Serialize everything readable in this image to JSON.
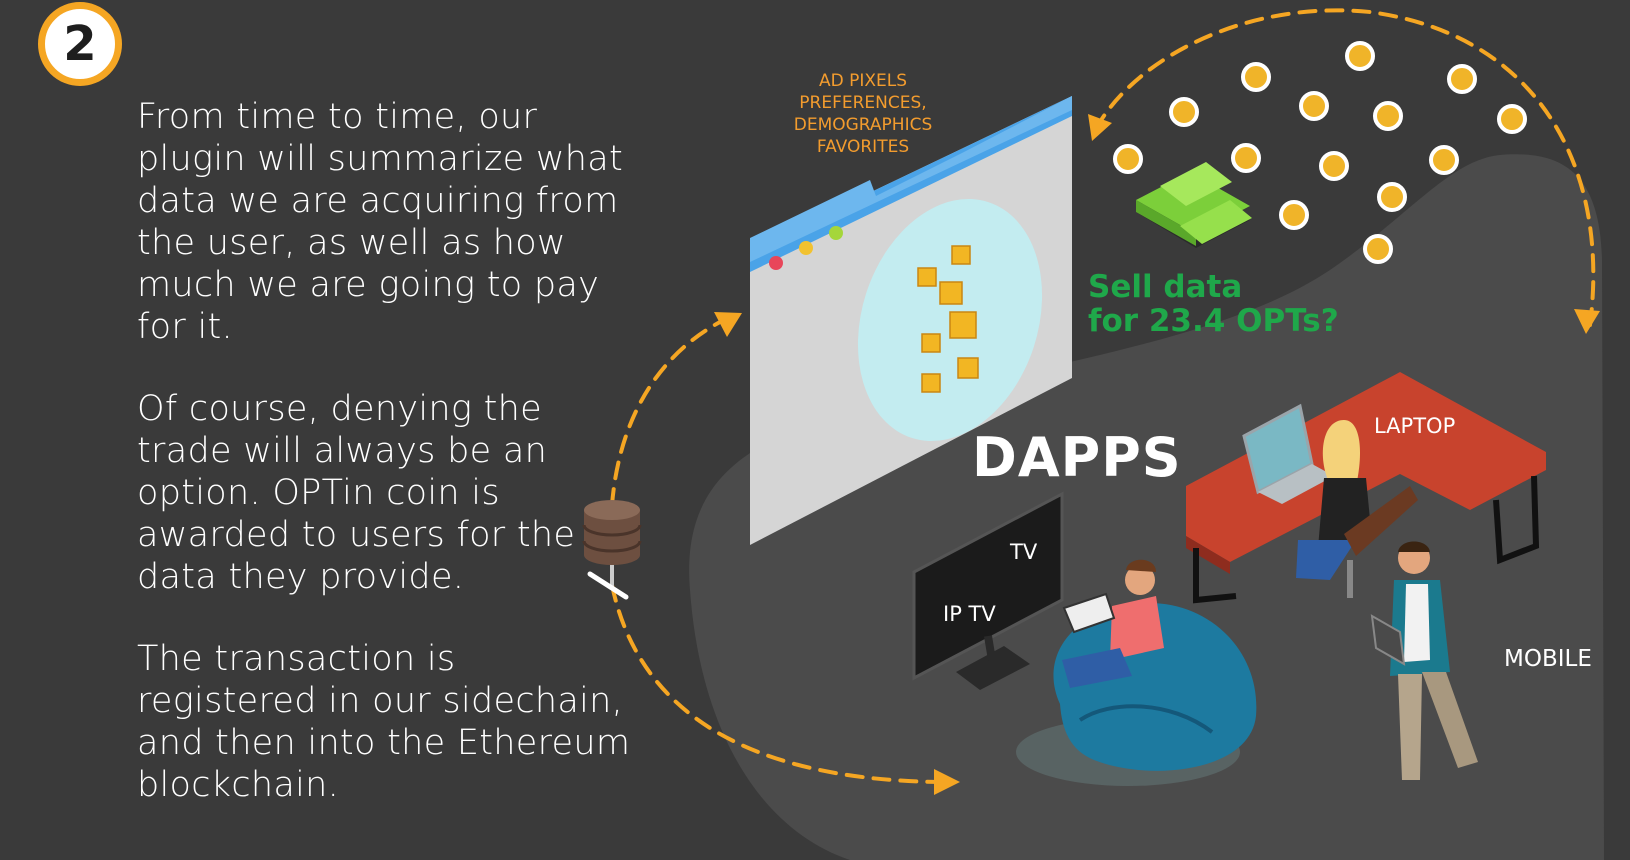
{
  "step": {
    "number": "2"
  },
  "paragraphs": {
    "summary": "From time to time, our plugin will summarize what data we are acquiring from the user, as well as how much we are going to pay for it.",
    "deny": "Of course, denying the trade will always be an option. OPTin coin is awarded to users for the data they provide.",
    "transaction": "The transaction is registered in our sidechain, and then into the Ethereum blockchain."
  },
  "data_labels": [
    "AD PIXELS",
    "PREFERENCES,",
    "DEMOGRAPHICS",
    "FAVORITES"
  ],
  "sell_prompt": [
    "Sell data",
    "for 23.4 OPTs?"
  ],
  "dapps": {
    "title": "DAPPS",
    "laptop": "LAPTOP",
    "tv": "TV",
    "iptv": "IP TV",
    "mobile": "MOBILE"
  },
  "colors": {
    "background": "#3a3a3a",
    "zone": "#4b4b4b",
    "accent_orange": "#f5a623",
    "green": "#1fa84a",
    "white": "#ffffff",
    "browser_blue": "#4aa3e8",
    "desk_red": "#c8432d",
    "chair_teal": "#1d7aa0",
    "coin_gold": "#f0b429"
  },
  "icons": [
    "database-icon",
    "browser-window-icon",
    "coin-icon",
    "cash-stack-icon",
    "laptop-icon",
    "tv-icon",
    "beanbag-chair-icon",
    "person-icon"
  ]
}
